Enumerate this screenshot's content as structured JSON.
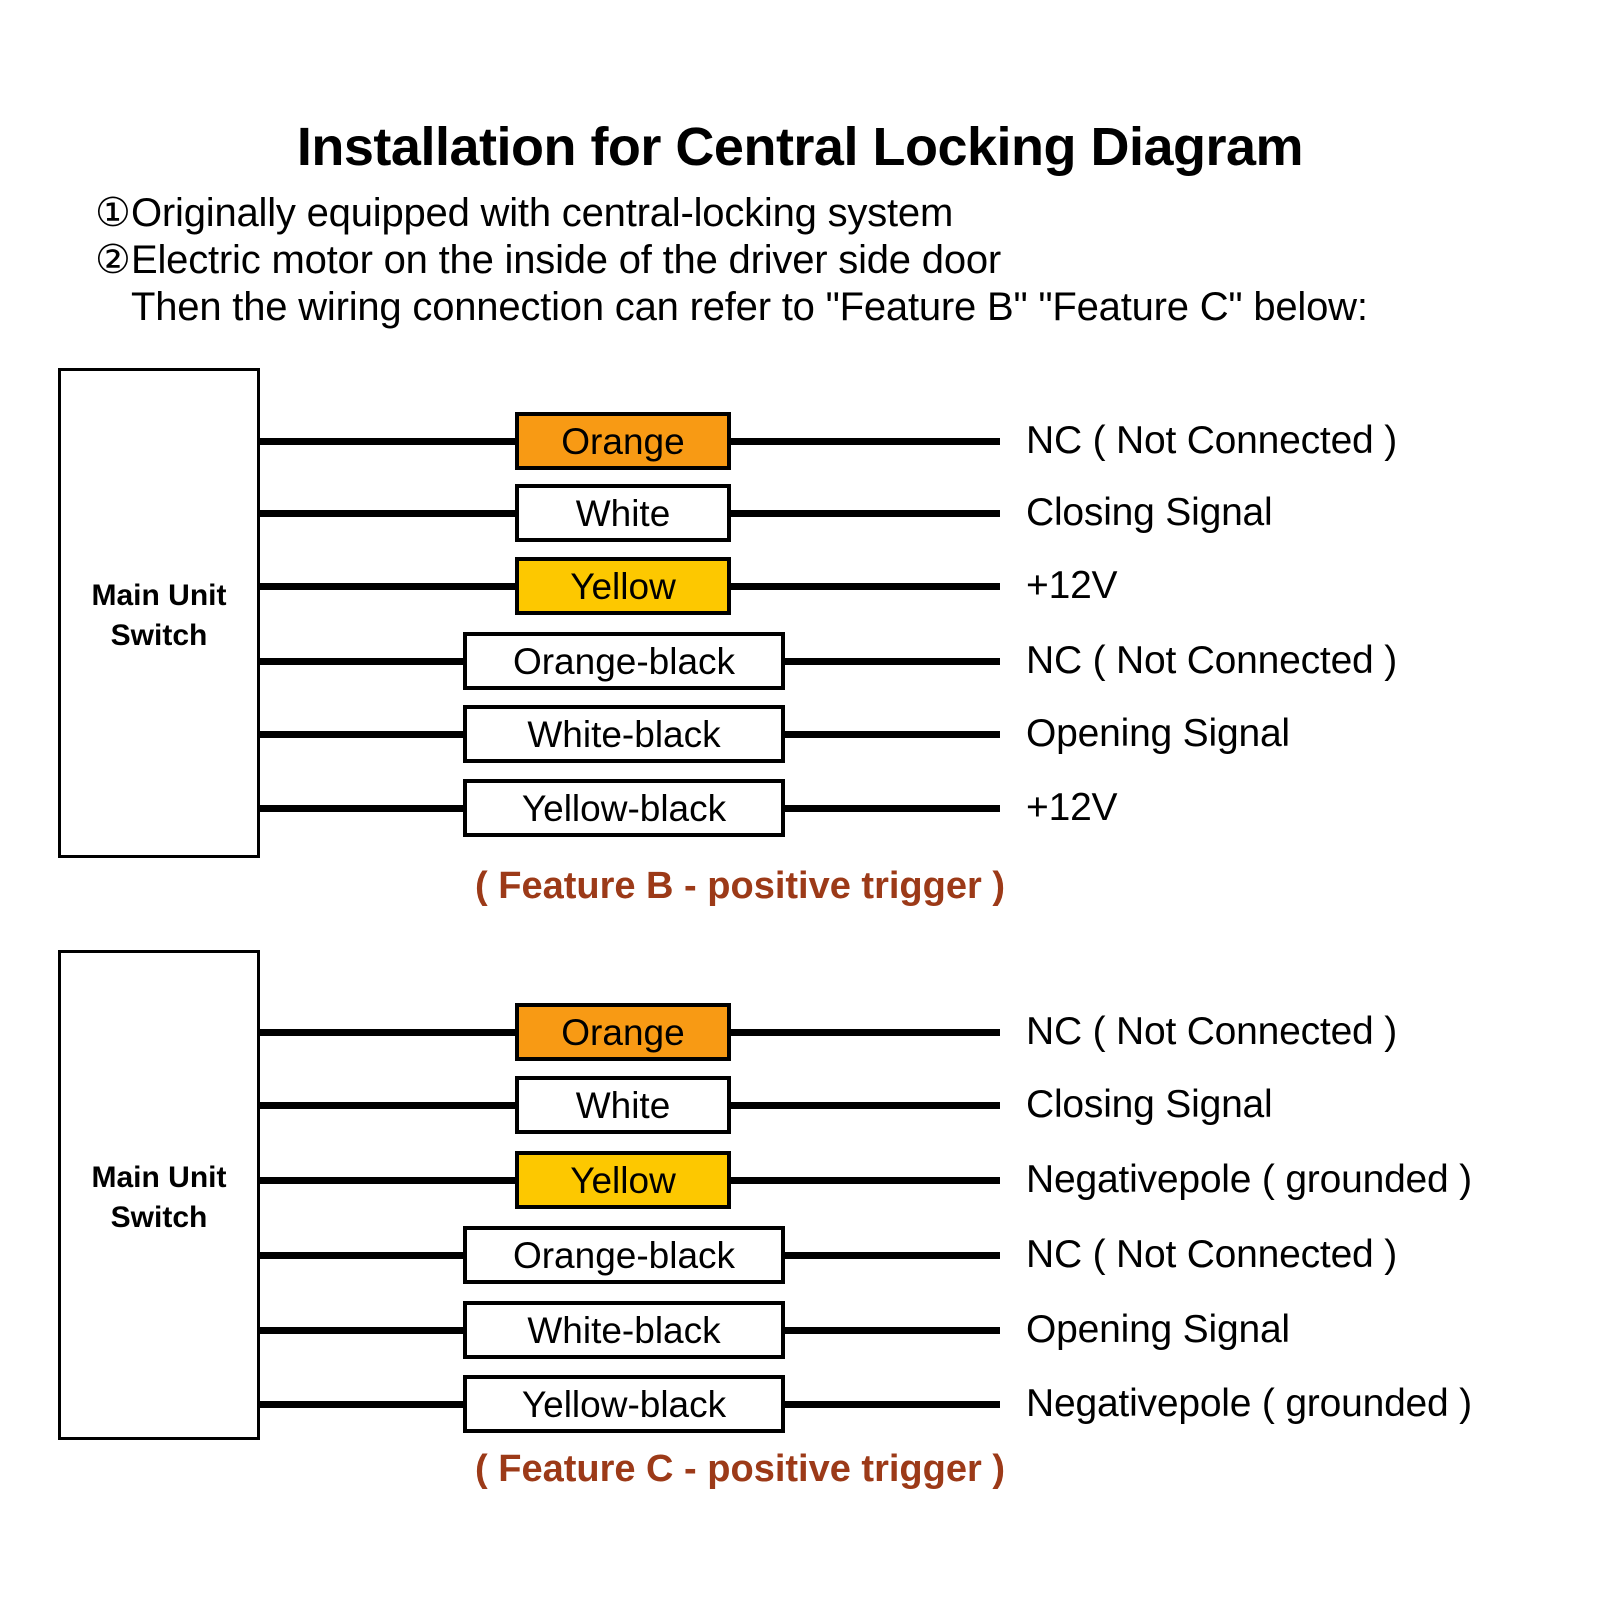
{
  "header": {
    "title": "Installation for Central Locking Diagram",
    "intro_lines": [
      {
        "marker": "①",
        "text": "Originally equipped with central-locking system"
      },
      {
        "marker": "②",
        "text": "Electric motor on the inside of the driver side door"
      },
      {
        "marker": "",
        "text": "Then the wiring connection can refer to \"Feature B\" \"Feature C\" below:"
      }
    ]
  },
  "colors": {
    "orange": "#F89A14",
    "yellow": "#FDC800",
    "white": "#FFFFFF",
    "wire": "#000000",
    "caption": "#9C3A18"
  },
  "diagrams": [
    {
      "id": "feature-b",
      "unit_label": "Main Unit\nSwitch",
      "caption": "( Feature B - positive trigger )",
      "rows": [
        {
          "wire_label": "Orange",
          "swatch": "orange",
          "width": "short",
          "description": "NC ( Not Connected )"
        },
        {
          "wire_label": "White",
          "swatch": "white",
          "width": "short",
          "description": "Closing Signal"
        },
        {
          "wire_label": "Yellow",
          "swatch": "yellow",
          "width": "short",
          "description": "+12V"
        },
        {
          "wire_label": "Orange-black",
          "swatch": "white",
          "width": "wide",
          "description": "NC ( Not Connected )"
        },
        {
          "wire_label": "White-black",
          "swatch": "white",
          "width": "wide",
          "description": "Opening Signal"
        },
        {
          "wire_label": "Yellow-black",
          "swatch": "white",
          "width": "wide",
          "description": "+12V"
        }
      ]
    },
    {
      "id": "feature-c",
      "unit_label": "Main Unit\nSwitch",
      "caption": "( Feature C - positive trigger )",
      "rows": [
        {
          "wire_label": "Orange",
          "swatch": "orange",
          "width": "short",
          "description": "NC ( Not Connected )"
        },
        {
          "wire_label": "White",
          "swatch": "white",
          "width": "short",
          "description": "Closing Signal"
        },
        {
          "wire_label": "Yellow",
          "swatch": "yellow",
          "width": "short",
          "description": "Negativepole ( grounded )"
        },
        {
          "wire_label": "Orange-black",
          "swatch": "white",
          "width": "wide",
          "description": "NC ( Not Connected )"
        },
        {
          "wire_label": "White-black",
          "swatch": "white",
          "width": "wide",
          "description": "Opening Signal"
        },
        {
          "wire_label": "Yellow-black",
          "swatch": "white",
          "width": "wide",
          "description": "Negativepole ( grounded )"
        }
      ]
    }
  ]
}
